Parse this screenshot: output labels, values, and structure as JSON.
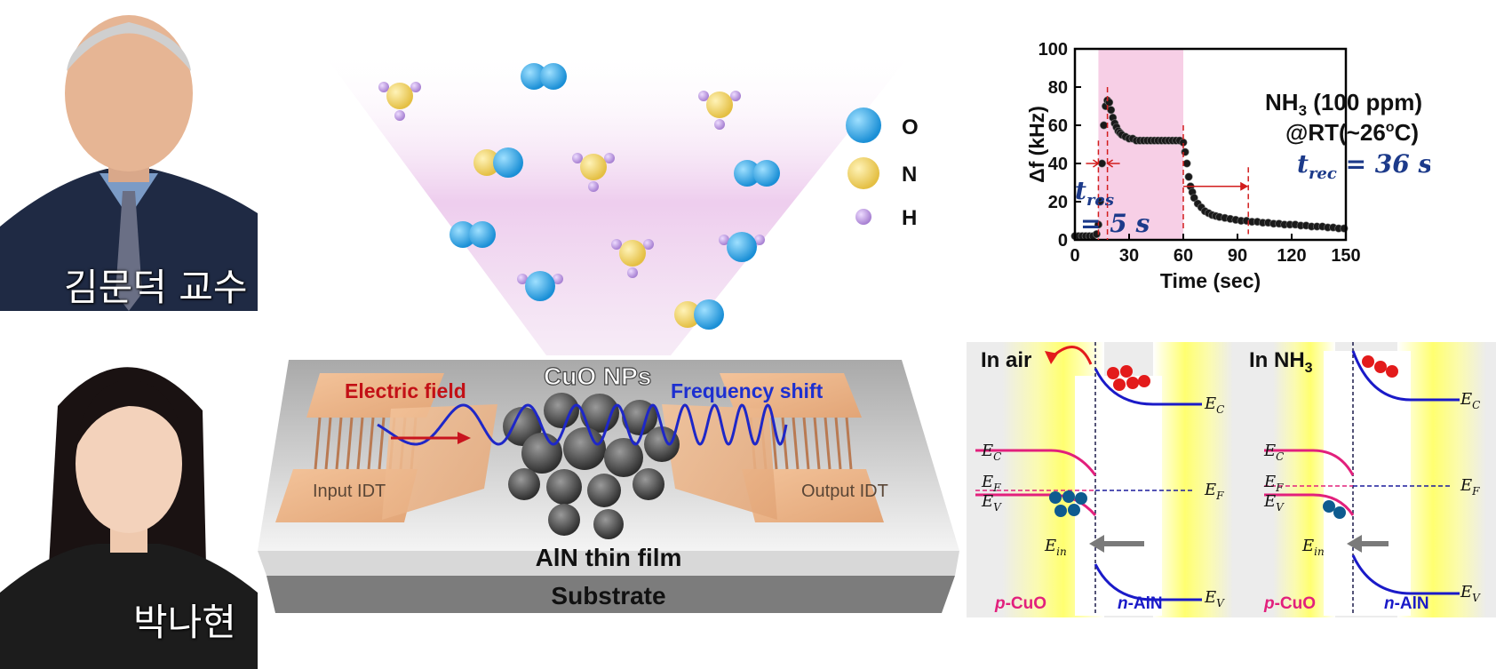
{
  "people": [
    {
      "name": "김문덕 교수"
    },
    {
      "name": "박나현"
    }
  ],
  "device": {
    "np_label": "CuO NPs",
    "electric_field": "Electric field",
    "frequency_shift": "Frequency shift",
    "input_idt": "Input IDT",
    "output_idt": "Output IDT",
    "film": "AlN thin film",
    "substrate": "Substrate"
  },
  "legend": [
    {
      "label": "O",
      "color": "#2aa3e3"
    },
    {
      "label": "N",
      "color": "#f0cf5a"
    },
    {
      "label": "H",
      "color": "#b996d8"
    }
  ],
  "chart_data": {
    "type": "scatter",
    "xlabel": "Time (sec)",
    "ylabel": "Δf (kHz)",
    "xlim": [
      0,
      150
    ],
    "ylim": [
      0,
      100
    ],
    "xticks": [
      0,
      30,
      60,
      90,
      120,
      150
    ],
    "yticks": [
      0,
      20,
      40,
      60,
      80,
      100
    ],
    "annotation_gas": "NH",
    "annotation_gas_sub": "3",
    "annotation_conc": "(100 ppm)",
    "annotation_rt": "@RT(~26",
    "annotation_rt_sup": "o",
    "annotation_rt_end": "C)",
    "t_res_label": "t",
    "t_res_sub": "res",
    "t_res_value": "= 5 s",
    "t_rec_label": "t",
    "t_rec_sub": "rec",
    "t_rec_value": "= 36 s",
    "exposure_start": 13,
    "exposure_end": 60,
    "series": [
      {
        "x": [
          0,
          2,
          4,
          6,
          8,
          10,
          12,
          13,
          14,
          15,
          16,
          17,
          18,
          19,
          20,
          21,
          22,
          23,
          24,
          25,
          26,
          28,
          30,
          32,
          34,
          36,
          38,
          40,
          42,
          44,
          46,
          48,
          50,
          52,
          54,
          56,
          58,
          60,
          61,
          62,
          63,
          64,
          65,
          66,
          68,
          70,
          72,
          74,
          76,
          78,
          80,
          83,
          86,
          89,
          92,
          95,
          98,
          101,
          104,
          107,
          110,
          113,
          116,
          119,
          122,
          125,
          128,
          131,
          134,
          137,
          140,
          143,
          146,
          149
        ],
        "y": [
          2,
          2,
          2,
          2,
          2,
          2,
          3,
          8,
          20,
          40,
          60,
          70,
          73,
          72,
          68,
          64,
          61,
          59,
          57,
          56,
          55,
          54,
          53,
          53,
          52,
          52,
          52,
          52,
          52,
          52,
          52,
          52,
          52,
          52,
          52,
          52,
          52,
          51,
          46,
          40,
          33,
          28,
          25,
          22,
          19,
          17,
          15,
          14,
          13,
          12.5,
          12,
          11.5,
          11,
          10.5,
          10,
          10,
          9.5,
          9.5,
          9,
          9,
          8.5,
          8.5,
          8,
          8,
          8,
          7.5,
          7.5,
          7,
          7,
          7,
          6.5,
          6.5,
          6,
          6
        ]
      }
    ]
  },
  "band": {
    "left_title": "In air",
    "right_title_main": "In NH",
    "right_title_sub": "3",
    "ec": "E",
    "ec_sub": "C",
    "ef": "E",
    "ef_sub": "F",
    "ev": "E",
    "ev_sub": "V",
    "ein": "E",
    "ein_sub": "in",
    "p_prefix": "p",
    "p_suffix": "-CuO",
    "n_prefix": "n",
    "n_suffix": "-AlN"
  }
}
